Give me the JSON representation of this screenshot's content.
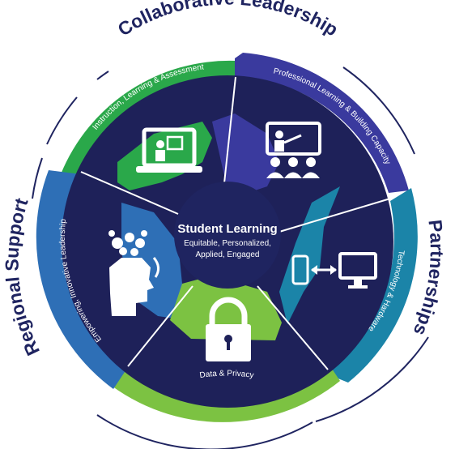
{
  "outer_ring": {
    "top": "Collaborative Leadership",
    "right": "Partnerships",
    "left": "Regional Support"
  },
  "segments": [
    {
      "label": "Instruction, Learning & Assessment",
      "icon": "laptop-teacher-icon",
      "color": "#2aa84a"
    },
    {
      "label": "Professional Learning & Building Capacity",
      "icon": "presentation-audience-icon",
      "color": "#3a3a9e"
    },
    {
      "label": "Technology & Hardware",
      "icon": "phone-to-monitor-icon",
      "color": "#1b84a8"
    },
    {
      "label": "Data & Privacy",
      "icon": "padlock-icon",
      "color": "#7cc242"
    },
    {
      "label": "Empowering, Innovative Leadership",
      "icon": "head-gears-icon",
      "color": "#2e6fb6"
    }
  ],
  "center": {
    "title": "Student Learning",
    "line1": "Equitable, Personalized,",
    "line2": "Applied, Engaged"
  },
  "colors": {
    "navy": "#1f2460",
    "inner_dark": "#1e2159",
    "state_shape": "#7cc242",
    "outer_line": "#1f2460"
  }
}
